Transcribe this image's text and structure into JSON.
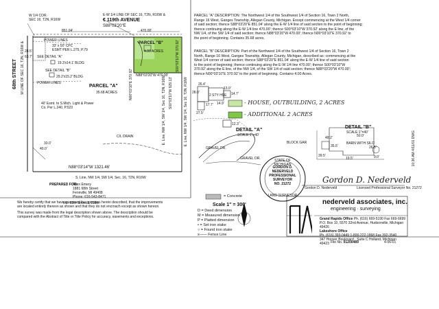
{
  "map": {
    "street_north": "119th AVENUE",
    "street_west": "68th STREET",
    "corner_nw": [
      "W 1/4 COR.",
      "SEC 16, T2N, R16W"
    ],
    "line_ew": [
      "E-W 1/4 LINE OF SEC 16, T2N, R16W &",
      "€ 119th AVENUE"
    ],
    "n_bearing_full": "S88°03'20\"E",
    "n_dist_1": "851.04'",
    "n_dist_2": "470.00'",
    "power_lines_1": "POWER LINES",
    "power_lines_2": "POWER LINES",
    "easement_1": [
      "33' x 50' CPC",
      "ESMT PER L.275, P.79"
    ],
    "easement_2": [
      "40' Esmt. to S.Mich. Light & Power",
      "Co. Per L.240, P.523"
    ],
    "see_detail_a": "SEE DETAIL \"A\"",
    "see_detail_b": "SEE DETAIL \"B\"",
    "bldg_1": "19.3'x14.1' BLDG",
    "bldg_2": "29.2'x15.2' BLDG",
    "parcel_a": "PARCEL \"A\"",
    "parcel_a_area": "35.68 ACRES",
    "parcel_b": "PARCEL \"B\"",
    "parcel_b_area": "4.00 ACRES",
    "inner_bearing": "N88°03'20\"W 470.00'",
    "s_bearing": "N88°03'14\"W 1321.46'",
    "e_line_1": "E. Line, NW 1/4, SW 1/4, Sec 16, T2N, R16W",
    "e_line_2": "S00°03'10\"W 929.13'",
    "e_line_3": "E. Line, NW 1/4, SW 1/4, Sec 16, T2N, R16W",
    "w_line": "W LINE OF SEC 16, T2N, R16W &",
    "s_line": "S. Line, NW 1/4, SW 1/4, Sec. 16, T2N, R16W",
    "cr_drain": "C/L DRAIN",
    "dim_33": "33.0'",
    "dim_40": "40.0'",
    "dim_285": "28.5'",
    "dim_637": "63.7'",
    "bearing_370": "N00°03'10\"E 370.92'",
    "bearing_right": "S00°03'10\"W 370.92'"
  },
  "prepared_for": {
    "label": "PREPARED FOR:",
    "name": "Allen Emery",
    "address1": "1881 68th Street",
    "address2": "Fennville, MI 49408",
    "phone": "Phone: 616-543-8471",
    "re": "RE: 68th Street & 118th"
  },
  "certification": [
    "We hereby certify that we have examined the premises herein described, that the improvements",
    "are located entirely thereon as shown and that they do not encroach except as shown hereon.",
    "This survey was made from the legal description shown above. The description should be",
    "compared with the Abstract of Title or Title Policy for accuracy, easements and exceptions."
  ],
  "desc_a": {
    "heading": "PARCEL \"A\" DESCRIPTION:",
    "lines": [
      "PARCEL \"A\" DESCRIPTION: The Northwest 1/4 of the Southwest 1/4 of Section 16, Town 2 North,",
      "Range 16 West, Ganges Township, Allegan County, Michigan. Except commencing at the West 1/4 corner",
      "of said section; thence S88°03'20\"E 851.04' along the E-W 1/4 line of said section to the point of beginning;",
      "thence continuing along the E-W 1/4 line 470.00'; thence S00°03'10\"W 370.92' along the E line, of the",
      "NW 1/4, of the SW 1/4 of said section; thence N88°03'20\"W 470.00'; thence N00°03'10\"E 370.92' to",
      "the point of beginning. Contains 35.68 acres."
    ]
  },
  "desc_b": {
    "lines": [
      "PARCEL \"B\" DESCRIPTION: Part of the Northwest 1/4 of the Southwest 1/4 of Section 16, Town 2",
      "North, Range 16 West, Ganges Township, Allegan County, Michigan, described as: commencing at the",
      "West 1/4 corner of said section; thence S88°03'20\"E 851.04' along the E-W 1/4 line of said section",
      "to the point of beginning; thence continuing along the E-W 1/4 line 470.00'; thence S00°03'10\"W",
      "370.92' along the E line, of the NW 1/4, of the SW 1/4 of said section; thence N88°03'20\"W 470.00';",
      "thence N00°03'10\"E 370.92' to the point of beginning. Contains 4.00 Acres."
    ]
  },
  "annotations": {
    "house": "- HOUSE, OUTBUILDING, 2 ACRES",
    "additional": "- ADDITIONAL 2 ACRES"
  },
  "detail_a": {
    "title": "DETAIL \"A\"",
    "scale": "SCALE:1\"=40'",
    "story": "2 STY HSE",
    "block_gar": "BLOCK GAR",
    "gravel_dr_1": "GRAVEL DR.",
    "gravel_dr_2": "GRAVEL DR.",
    "dims": [
      "26.4'",
      "28.0'",
      "13.0'",
      "14.7'",
      "17.7'",
      "14.9'",
      "27.5'",
      "12.3'"
    ]
  },
  "detail_b": {
    "title": "DETAIL \"B\"",
    "scale": "SCALE:1\"=40'",
    "barn": "BARN WITH SILO",
    "dims": [
      "40.2'",
      "50.0'",
      "35.5'",
      "26.5'",
      "39.5'",
      "19.5'",
      "9.0'"
    ]
  },
  "seal": {
    "ring_top": "STATE OF MICHIGAN",
    "line1": "GORDON D.",
    "line2": "NEDERVELD",
    "line3": "PROFESSIONAL",
    "line4": "SURVEYOR",
    "line5": "NO.",
    "line6": "21272",
    "ring_bottom": "LAND SURVEYOR"
  },
  "signature": {
    "name": "Gordon D. Nederveld",
    "title": "Licensed Professional Surveyor No. 21272",
    "hand": "Gordon D. Nederveld"
  },
  "legend": {
    "concrete": "= Concrete",
    "scale": "Scale 1\" = 300'",
    "items": [
      "D = Deed dimension",
      "M = Measured dimension",
      "P = Platted dimension",
      "• = Set iron stake",
      "○ = Found iron stake",
      "x—— Fence Line"
    ]
  },
  "company": {
    "name": "nederveld associates, inc.",
    "tagline": "engineering · surveying",
    "office1_name": "Grand Rapids Office",
    "office1_ph": "Ph. (616) 669-5190 Fax 669-6699",
    "office1_addr": "P.O. Box 10, 5570 32nd Avenue, Hudsonville, Michigan 49426",
    "office2_name": "Lakeshore Office",
    "office2_ph": "Ph. (616) 393-0449   1-800-222-1868   Fax 392-3540",
    "office2_addr": "347 Hoover Boulevard · Suite C   Holland, Michigan 49423",
    "file_label": "File No.",
    "file_no": "01200489",
    "date": "4-06-01"
  },
  "margin_text": "10:36 AM 4/11/01 DWG"
}
